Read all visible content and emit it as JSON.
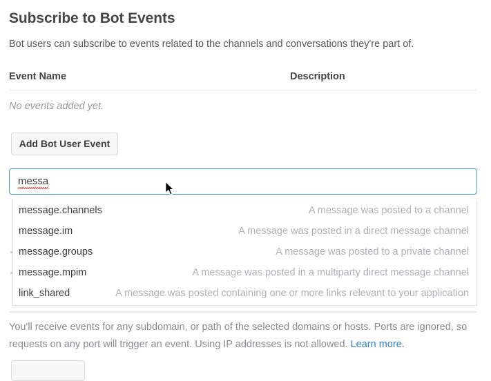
{
  "header": {
    "title": "Subscribe to Bot Events",
    "subtitle": "Bot users can subscribe to events related to the channels and conversations they're part of."
  },
  "events_table": {
    "columns": {
      "event_name": "Event Name",
      "description": "Description"
    },
    "empty_message": "No events added yet."
  },
  "actions": {
    "add_bot_user_event": "Add Bot User Event"
  },
  "search": {
    "value": "messa",
    "placeholder": "",
    "spellcheck_flagged": true
  },
  "dropdown": {
    "options": [
      {
        "name": "message.channels",
        "description": "A message was posted to a channel"
      },
      {
        "name": "message.im",
        "description": "A message was posted in a direct message channel"
      },
      {
        "name": "message.groups",
        "description": "A message was posted to a private channel"
      },
      {
        "name": "message.mpim",
        "description": "A message was posted in a multiparty direct message channel"
      },
      {
        "name": "link_shared",
        "description": "A message was posted containing one or more links relevant to your application"
      }
    ]
  },
  "helper": {
    "text": "You'll receive events for any subdomain, or path of the selected domains or hosts. Ports are ignored, so requests on any port will trigger an event. Using IP addresses is not allowed. ",
    "link_label": "Learn more."
  },
  "colors": {
    "accent_focus": "#4a9ad4",
    "link": "#2f7cc1",
    "text_primary": "#3d3d3d",
    "text_muted": "#b0b0b5",
    "spellcheck": "#e23b2e"
  }
}
